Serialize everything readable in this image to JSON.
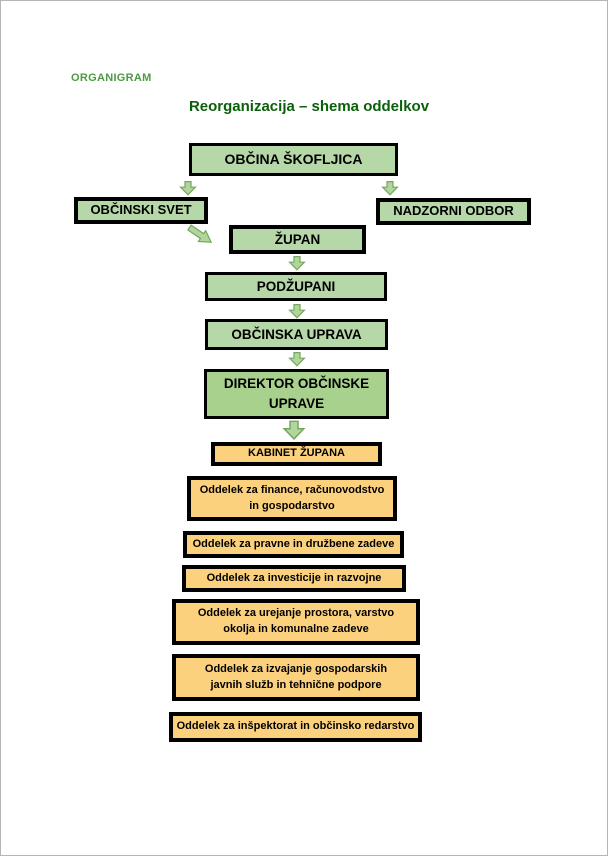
{
  "document": {
    "heading": "ORGANIGRAM",
    "title": "Reorganizacija – shema oddelkov"
  },
  "colors": {
    "page_border": "#b5b5b5",
    "heading_green": "#4c9a43",
    "title_green": "#0a5f0a",
    "green_fill": "#b6d7a8",
    "green_fill_dark": "#a9d18e",
    "orange_fill": "#fcd17e",
    "box_border": "#000000",
    "arrow_fill": "#b2d49e",
    "arrow_stroke": "#74a85c"
  },
  "org_chart": {
    "nodes": [
      {
        "id": "obcina-skofljica",
        "label": "OBČINA ŠKOFLJICA",
        "style": "green"
      },
      {
        "id": "obcinski-svet",
        "label": "OBČINSKI SVET",
        "style": "green"
      },
      {
        "id": "nadzorni-odbor",
        "label": "NADZORNI ODBOR",
        "style": "green"
      },
      {
        "id": "zupan",
        "label": "ŽUPAN",
        "style": "green"
      },
      {
        "id": "podzupani",
        "label": "PODŽUPANI",
        "style": "green"
      },
      {
        "id": "obcinska-uprava",
        "label": "OBČINSKA UPRAVA",
        "style": "green"
      },
      {
        "id": "direktor-obcinske-uprave",
        "label": "DIREKTOR OBČINSKE UPRAVE",
        "style": "green"
      },
      {
        "id": "kabinet-zupana",
        "label": "KABINET ŽUPANA",
        "style": "orange"
      },
      {
        "id": "oddelek-finance",
        "label": "Oddelek za finance, računovodstvo in gospodarstvo",
        "style": "orange"
      },
      {
        "id": "oddelek-pravne",
        "label": "Oddelek za pravne in družbene zadeve",
        "style": "orange"
      },
      {
        "id": "oddelek-investicije",
        "label": "Oddelek za investicije in razvojne",
        "style": "orange"
      },
      {
        "id": "oddelek-urejanje",
        "label": "Oddelek za urejanje prostora, varstvo okolja in komunalne zadeve",
        "style": "orange"
      },
      {
        "id": "oddelek-izvajanje",
        "label": "Oddelek za izvajanje gospodarskih javnih služb in tehnične podpore",
        "style": "orange"
      },
      {
        "id": "oddelek-inspektorat",
        "label": "Oddelek za inšpektorat in občinsko redarstvo",
        "style": "orange"
      }
    ]
  }
}
